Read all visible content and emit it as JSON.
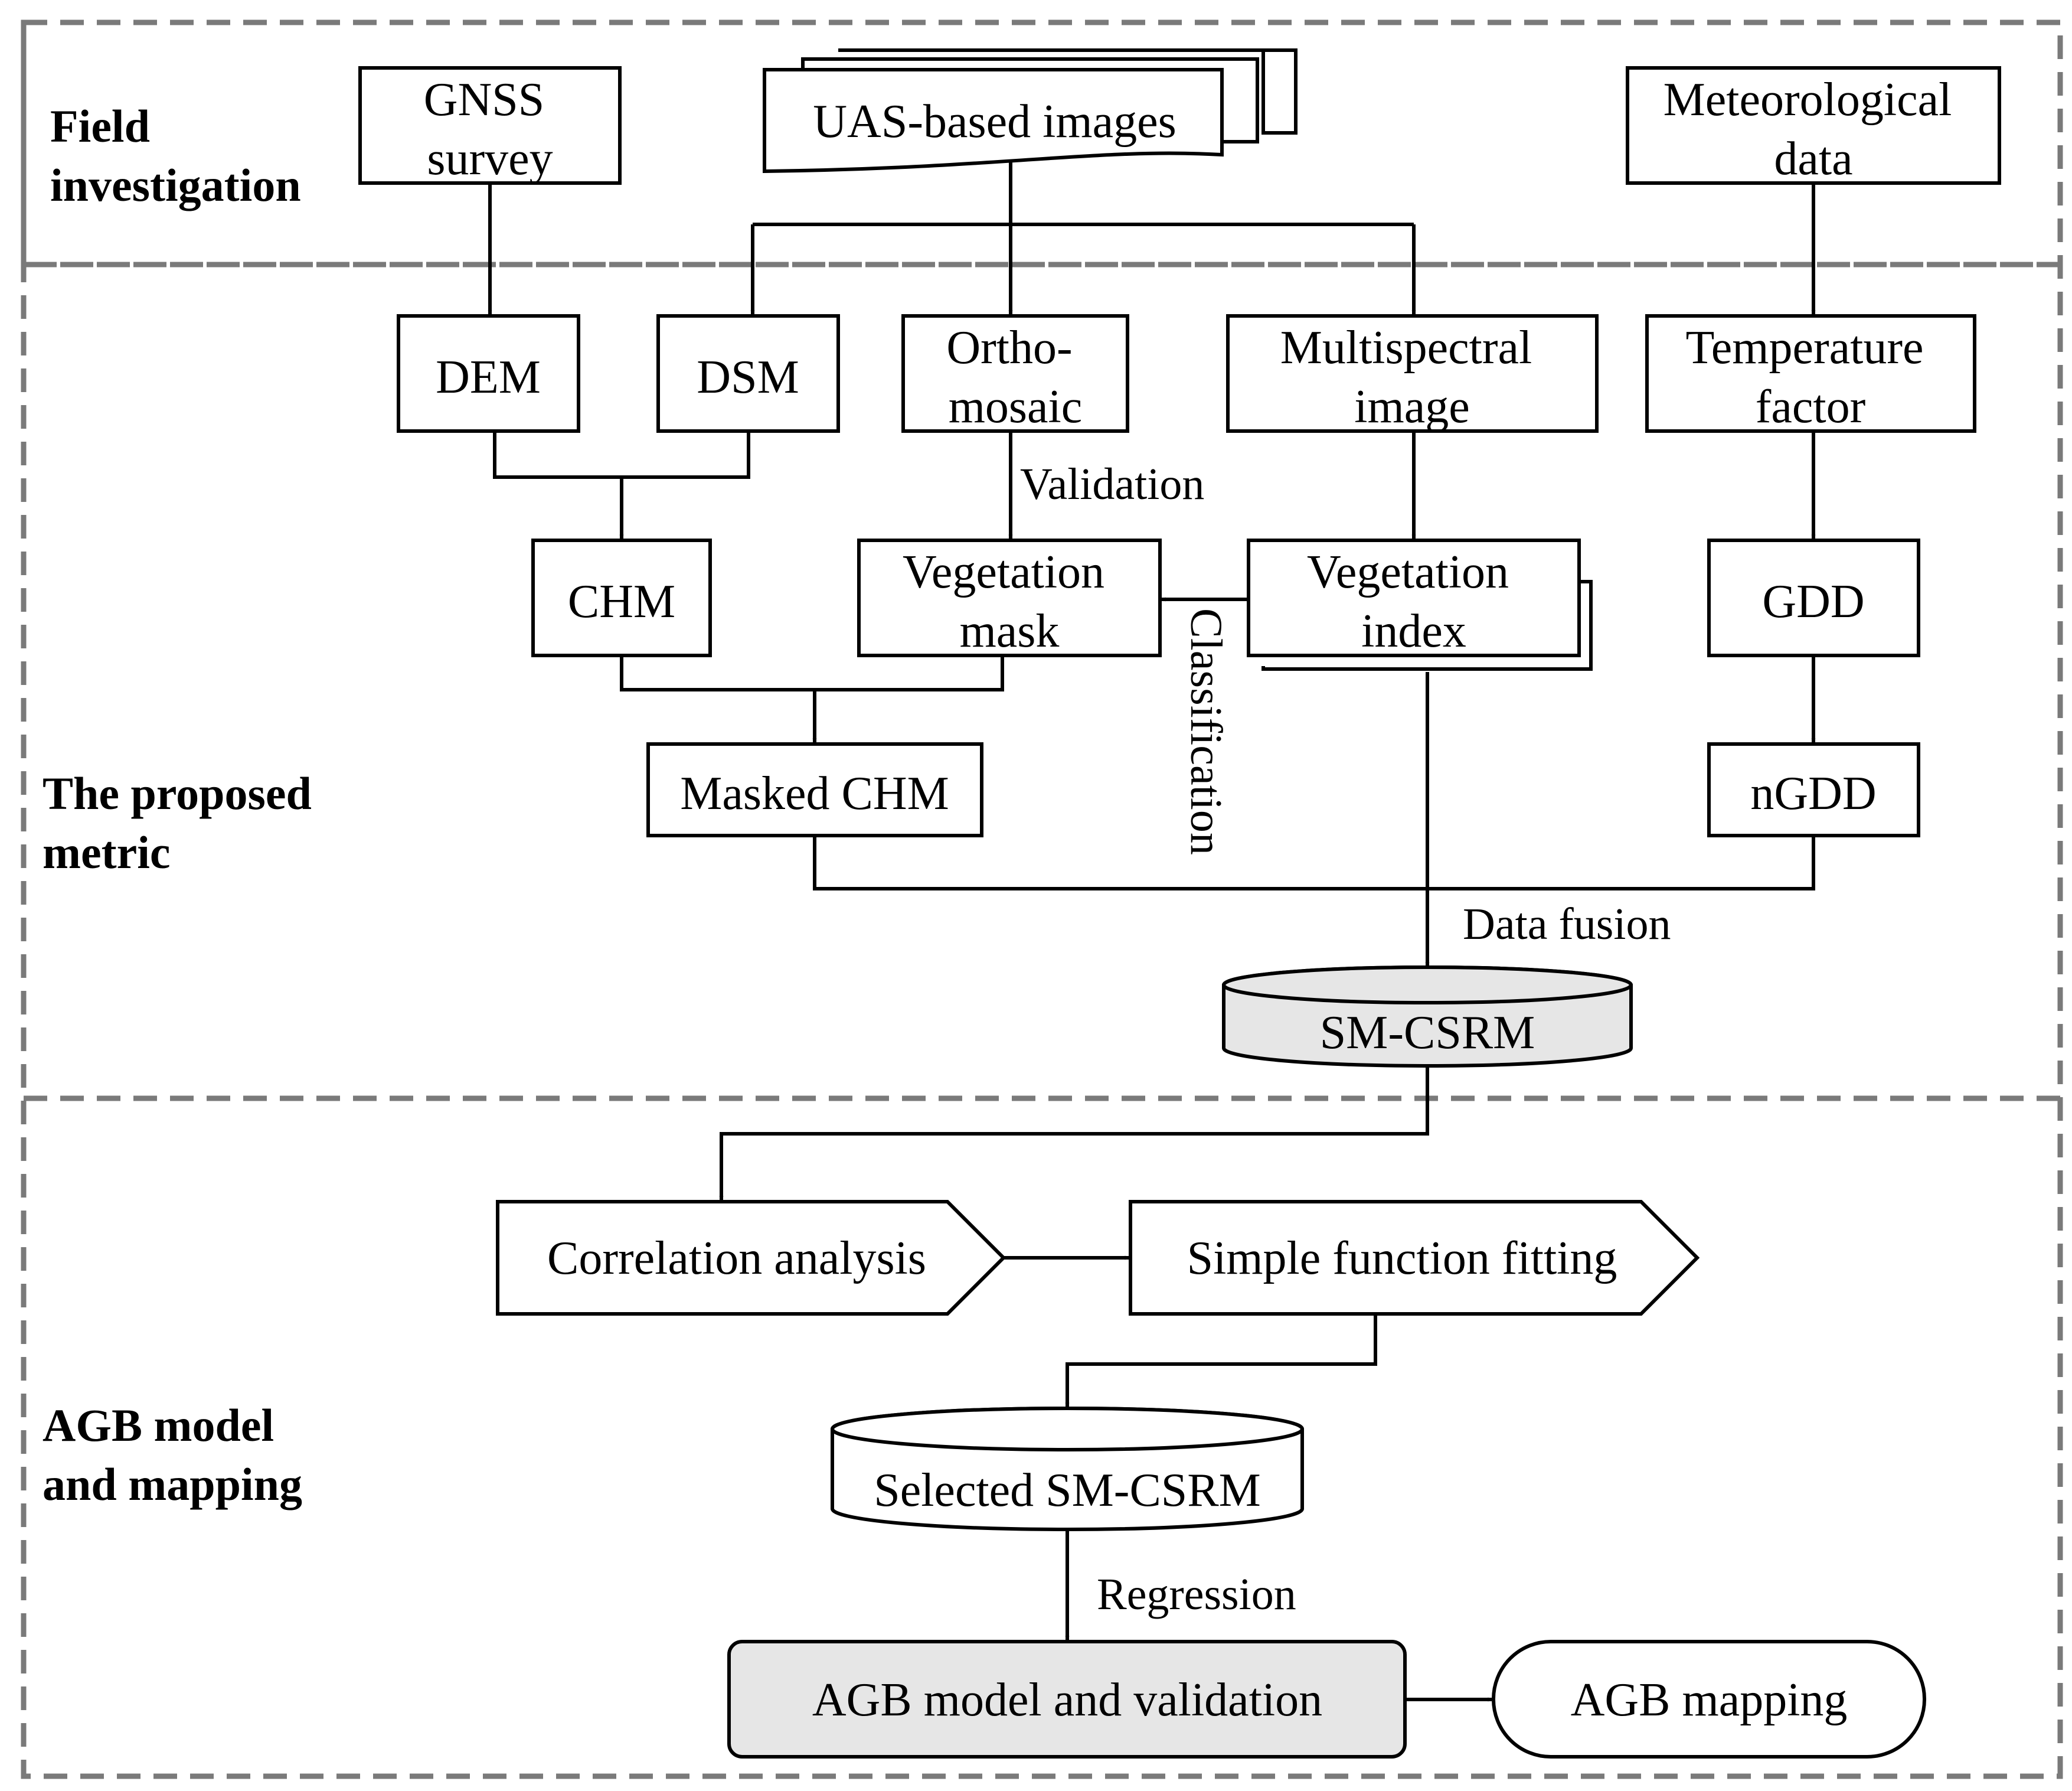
{
  "sections": {
    "field": [
      "Field",
      "investigation"
    ],
    "metric": [
      "The proposed",
      "metric"
    ],
    "agb": [
      "AGB model",
      "and mapping"
    ]
  },
  "nodes": {
    "gnss": [
      "GNSS",
      "survey"
    ],
    "uas": [
      "UAS-based images"
    ],
    "meteo": [
      "Meteorological",
      "data"
    ],
    "dem": [
      "DEM"
    ],
    "dsm": [
      "DSM"
    ],
    "ortho": [
      "Ortho-",
      "mosaic"
    ],
    "multispectral": [
      "Multispectral",
      "image"
    ],
    "temperature": [
      "Temperature",
      "factor"
    ],
    "chm": [
      "CHM"
    ],
    "vegmask": [
      "Vegetation",
      "mask"
    ],
    "vegindex": [
      "Vegetation",
      "index"
    ],
    "gdd": [
      "GDD"
    ],
    "maskedchm": [
      "Masked CHM"
    ],
    "ngdd": [
      "nGDD"
    ],
    "smcsrm": [
      "SM-CSRM"
    ],
    "correlation": [
      "Correlation analysis"
    ],
    "fitting": [
      "Simple function fitting"
    ],
    "selected": [
      "Selected SM-CSRM"
    ],
    "agbmodel": [
      "AGB model and validation"
    ],
    "agbmapping": [
      "AGB mapping"
    ]
  },
  "edge_labels": {
    "validation": "Validation",
    "classification": "Classification",
    "data_fusion": "Data fusion",
    "regression": "Regression"
  }
}
